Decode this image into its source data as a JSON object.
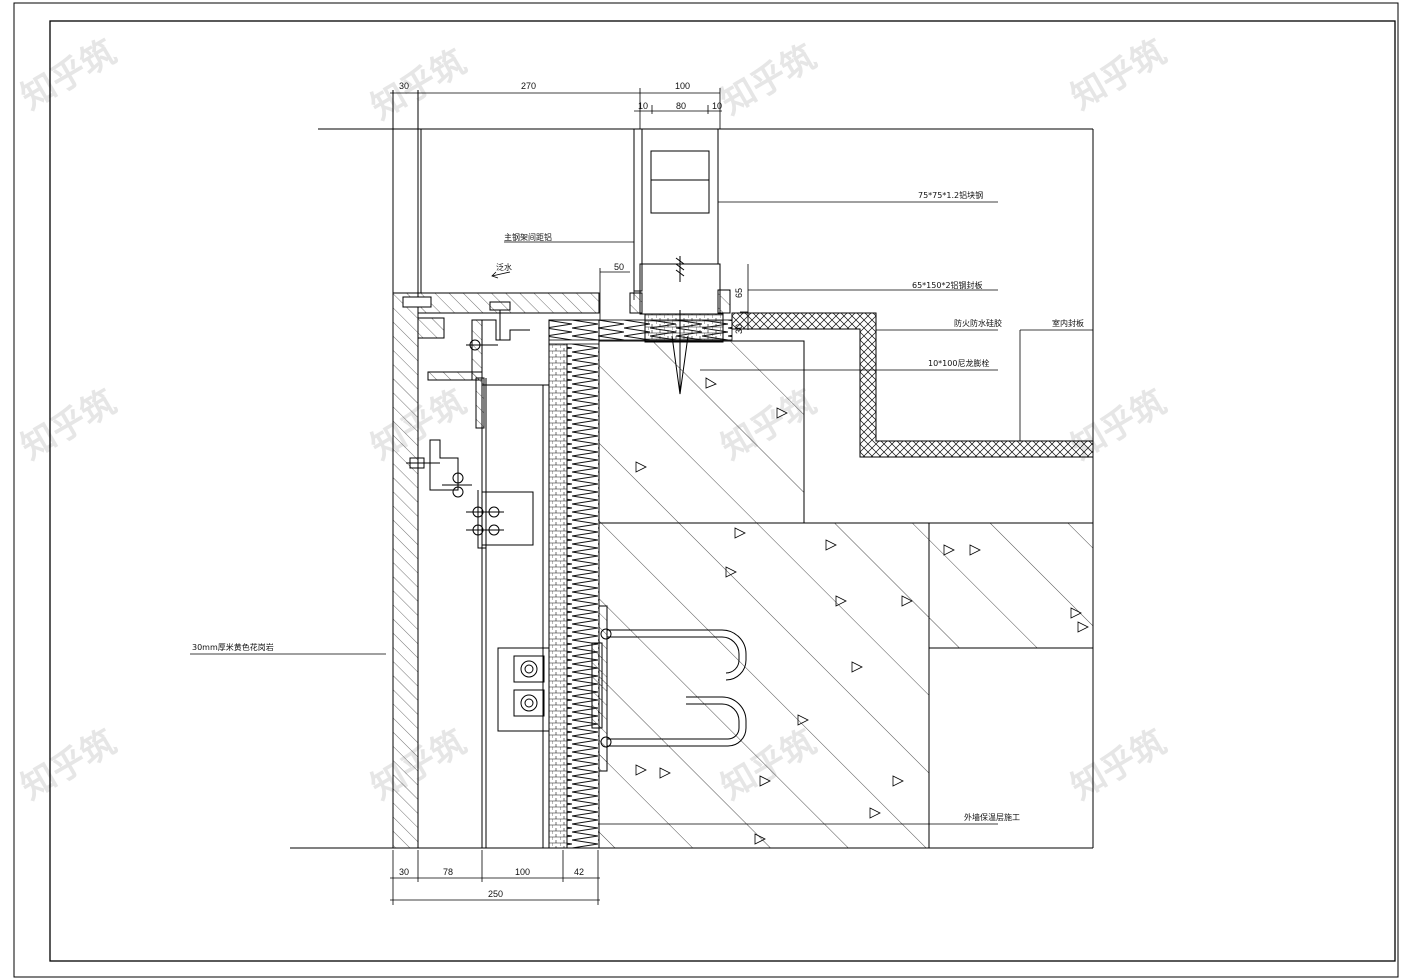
{
  "watermark": "知乎筑",
  "dimensions": {
    "top_30": "30",
    "top_270": "270",
    "top_100": "100",
    "top_10_left": "10",
    "top_80": "80",
    "top_10_right": "10",
    "dim_50": "50",
    "dim_65": "65",
    "dim_30": "30",
    "bottom_30": "30",
    "bottom_78": "78",
    "bottom_100": "100",
    "bottom_42": "42",
    "bottom_250": "250"
  },
  "labels": {
    "steel_tube": "75*75*1.2铝块钢",
    "anchor_plate_upper": "主钢架间距铝",
    "water_arrow": "泛水",
    "angle_steel": "65*150*2铝钢封板",
    "sealant": "防火防水硅胶",
    "interior": "室内封板",
    "bolt": "10*100尼龙膨栓",
    "stone_panel": "30mm厚米黄色花岗岩",
    "insulation": "外墙保温层施工"
  }
}
